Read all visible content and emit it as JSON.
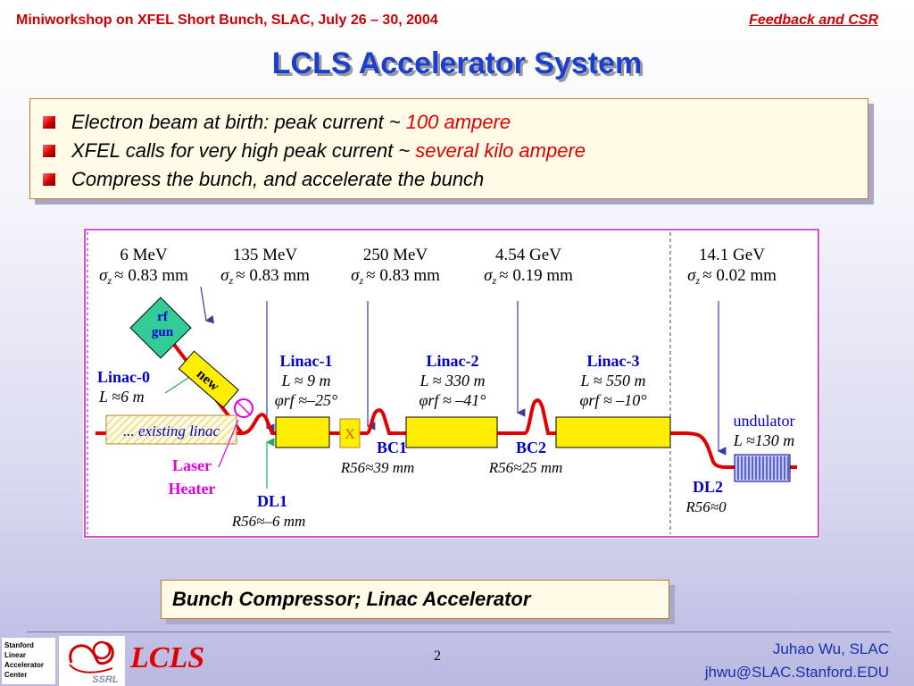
{
  "header": {
    "left": "Miniworkshop on XFEL Short Bunch, SLAC, July 26 – 30, 2004",
    "right": "Feedback and CSR"
  },
  "title": "LCLS Accelerator System",
  "bullets": [
    {
      "text": "Electron beam at birth: peak current  ~",
      "highlight": "100 ampere"
    },
    {
      "text": "XFEL calls for very high peak current ~",
      "highlight": "several kilo ampere"
    },
    {
      "text": "Compress the bunch, and accelerate the bunch",
      "highlight": ""
    }
  ],
  "diagram": {
    "stations": [
      {
        "energy": "6 MeV",
        "sigma_val": "≈ 0.83 mm"
      },
      {
        "energy": "135 MeV",
        "sigma_val": "≈ 0.83 mm"
      },
      {
        "energy": "250 MeV",
        "sigma_val": "≈ 0.83 mm"
      },
      {
        "energy": "4.54 GeV",
        "sigma_val": "≈ 0.19 mm"
      },
      {
        "energy": "14.1 GeV",
        "sigma_val": "≈ 0.02 mm"
      }
    ],
    "sigma_symbol": "σ",
    "sigma_sub": "z",
    "rf_gun": [
      "rf",
      "gun"
    ],
    "new_label": "new",
    "linac0": {
      "name": "Linac-0",
      "length": "L ≈6 m"
    },
    "existing_linac": "... existing linac",
    "laser_heater": [
      "Laser",
      "Heater"
    ],
    "x_label": "X",
    "linac1": {
      "name": "Linac-1",
      "length": "L ≈ 9 m",
      "phase": "φrf ≈–25°"
    },
    "linac2": {
      "name": "Linac-2",
      "length": "L ≈ 330 m",
      "phase": "φrf ≈ –41°"
    },
    "linac3": {
      "name": "Linac-3",
      "length": "L ≈ 550 m",
      "phase": "φrf ≈ –10°"
    },
    "bc1": {
      "name": "BC1",
      "r56": "R56≈39 mm"
    },
    "bc2": {
      "name": "BC2",
      "r56": "R56≈25 mm"
    },
    "dl1": {
      "name": "DL1",
      "r56": "R56≈–6 mm"
    },
    "dl2": {
      "name": "DL2",
      "r56": "R56≈0"
    },
    "undulator": {
      "name": "undulator",
      "length": "L ≈130 m"
    }
  },
  "caption": "Bunch Compressor;  Linac Accelerator",
  "footer": {
    "logo_lines": [
      "Stanford",
      "Linear",
      "Accelerator",
      "Center"
    ],
    "ssrl": "SSRL",
    "lcls": "LCLS",
    "page": "2",
    "author": "Juhao Wu, SLAC",
    "email": "jhwu@SLAC.Stanford.EDU"
  },
  "colors": {
    "header_red": "#cc0000",
    "title_blue": "#1a3fd0",
    "beam_red": "#e00000",
    "linac_yellow": "#ffee00",
    "label_blue": "#0000cc",
    "laser_magenta": "#e000e0",
    "gun_cyan": "#33cc99"
  }
}
